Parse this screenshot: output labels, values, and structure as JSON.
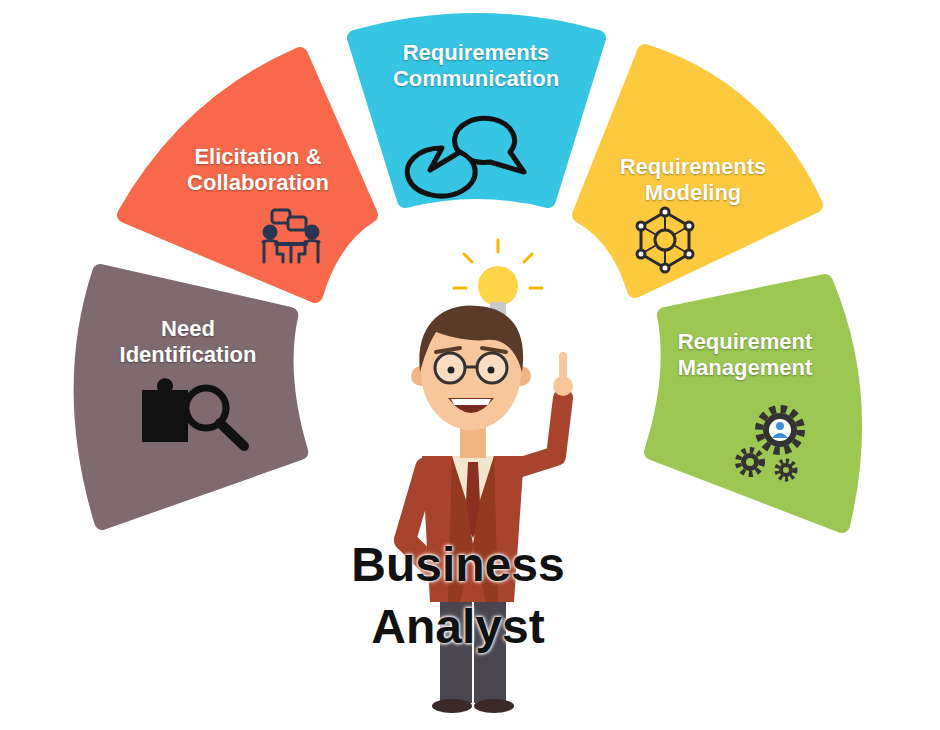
{
  "diagram": {
    "nodes": [
      {
        "text": [
          "Need Identification"
        ]
      },
      {
        "text": [
          "Elicitation & Collaboration"
        ]
      },
      {
        "text": [
          "Requirements Communication"
        ]
      },
      {
        "text": [
          "Requirements Modeling"
        ]
      },
      {
        "text": [
          "Requirement Management"
        ]
      }
    ],
    "labels": [
      "Business Analyst"
    ]
  }
}
